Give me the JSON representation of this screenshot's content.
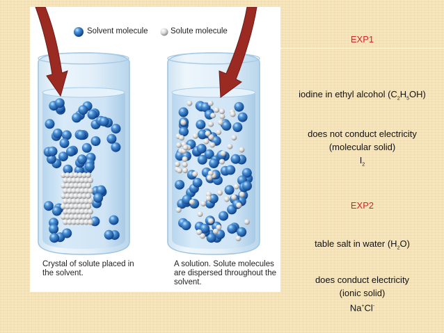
{
  "legend": {
    "solvent_label": "Solvent molecule",
    "solute_label": "Solute molecule"
  },
  "captions": {
    "left": "Crystal of solute placed in the solvent.",
    "right": "A solution. Solute molecules are dispersed throughout the solvent."
  },
  "exp1": {
    "title": "EXP1",
    "desc_prefix": "iodine in ethyl alcohol (C",
    "sub1": "2",
    "desc_mid1": "H",
    "sub2": "5",
    "desc_suffix": "OH)",
    "conduct": "does not conduct electricity",
    "type": "(molecular solid)",
    "formula": "I",
    "formula_sub": "2"
  },
  "exp2": {
    "title": "EXP2",
    "desc_prefix": "table salt in water (H",
    "sub1": "2",
    "desc_suffix": "O)",
    "conduct": "does conduct electricity",
    "type": "(ionic solid)",
    "formula_a": "Na",
    "sup_a": "+",
    "formula_b": "Cl",
    "sup_b": "-"
  },
  "colors": {
    "solvent": "#2f78c0",
    "solute": "#d4d4d4",
    "arrow": "#9a2a22",
    "highlight": "#d0242c"
  }
}
